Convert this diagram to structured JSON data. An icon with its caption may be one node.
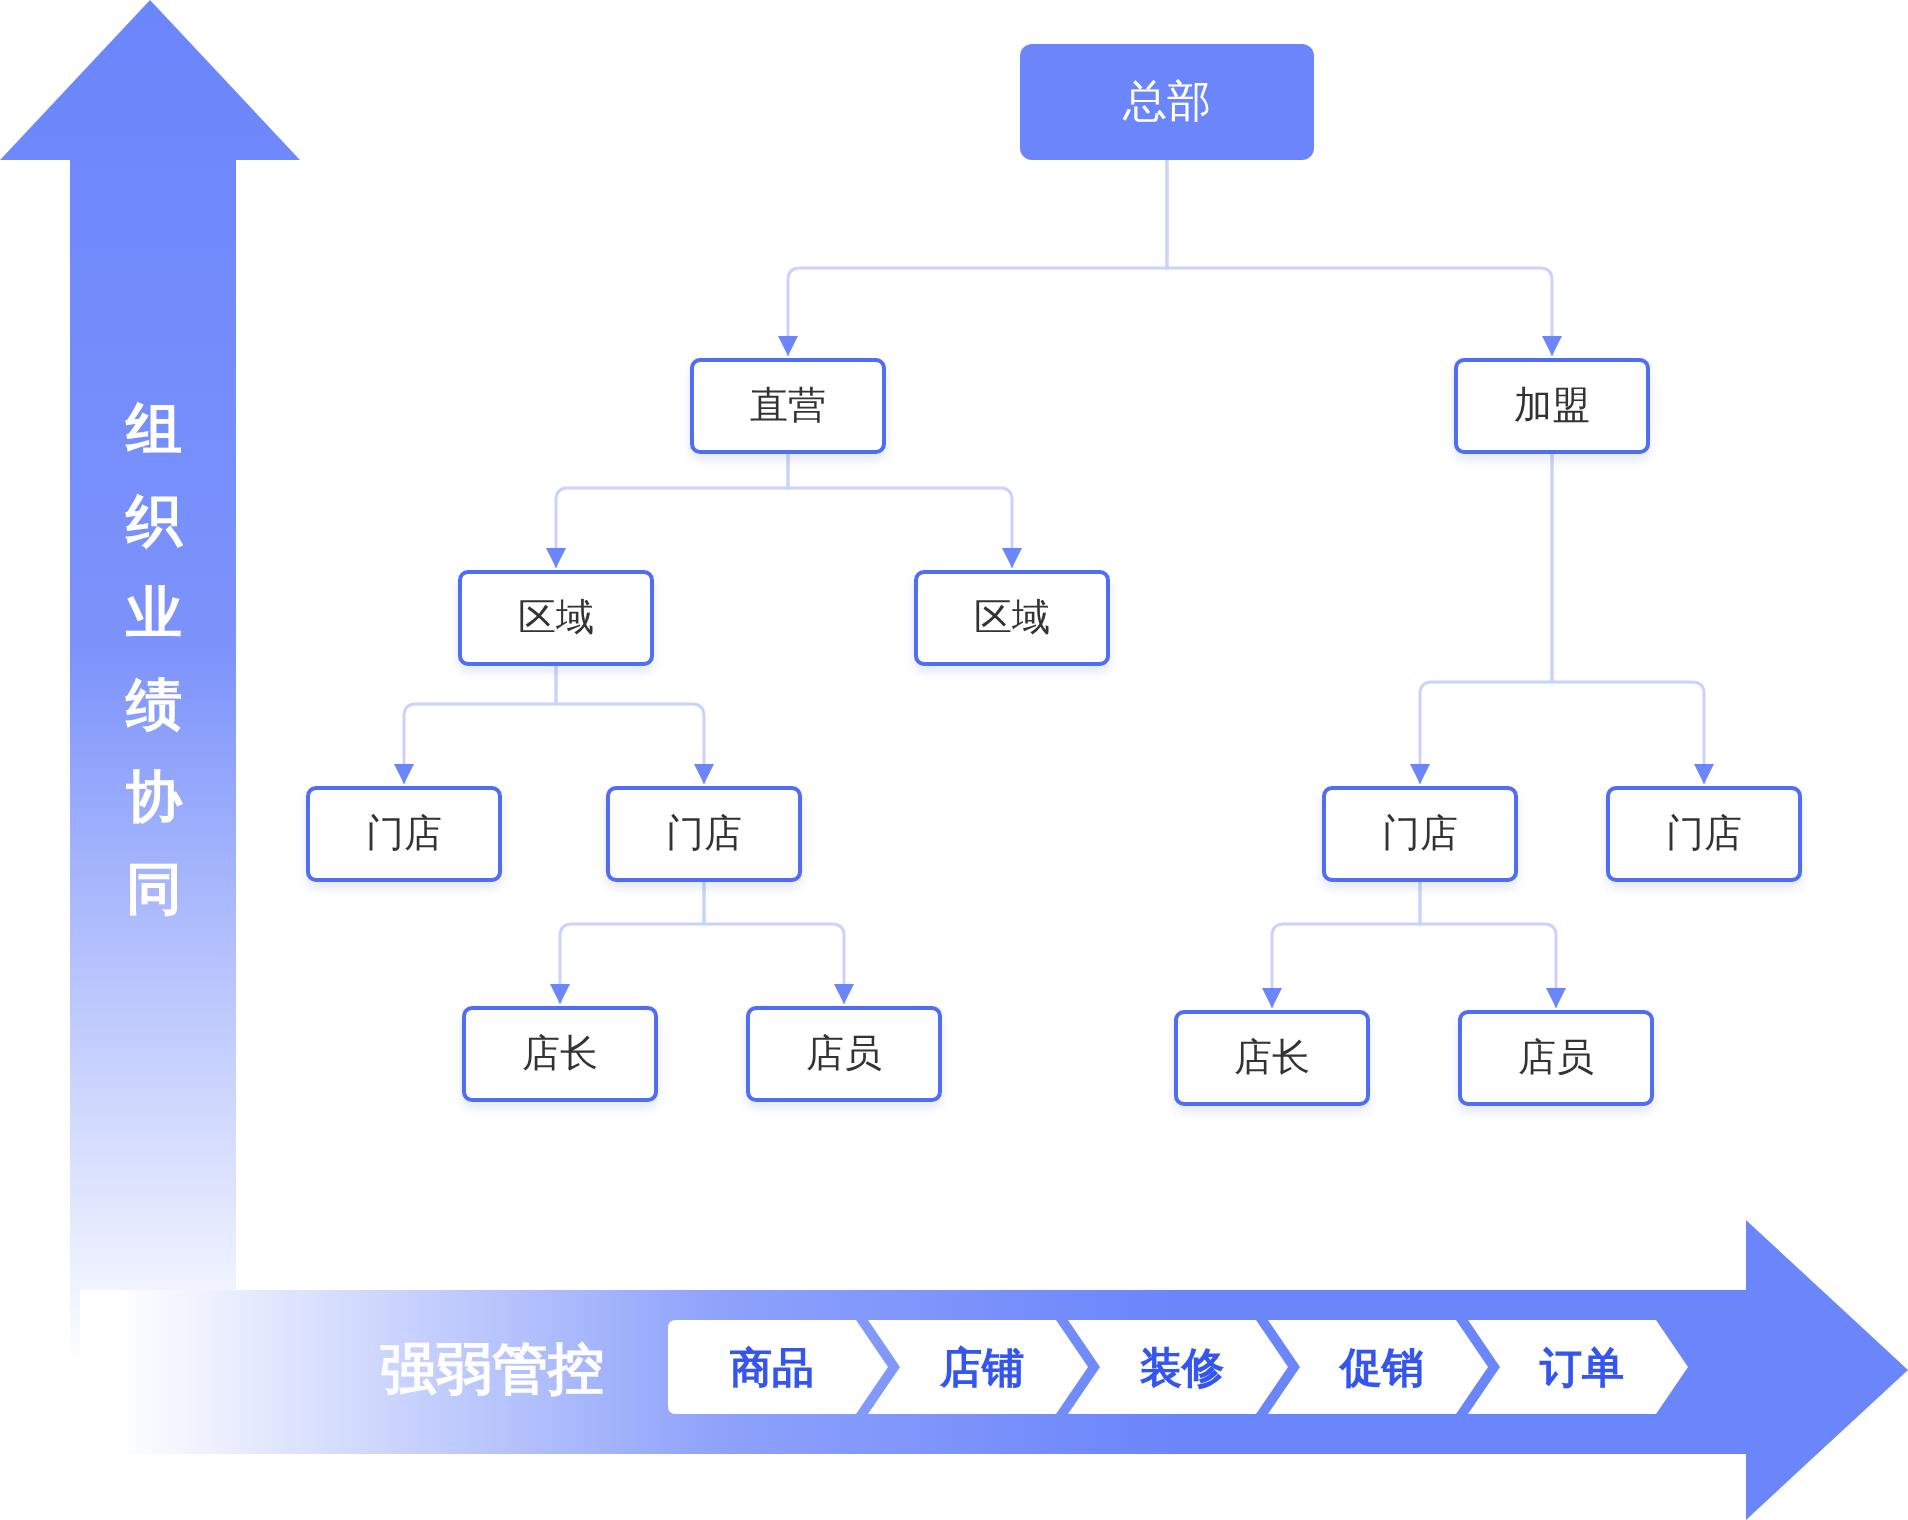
{
  "diagram": {
    "nodes": [
      {
        "text": [
          "总部"
        ]
      },
      {
        "text": [
          "直营"
        ]
      },
      {
        "text": [
          "加盟"
        ]
      },
      {
        "text": [
          "区域"
        ]
      },
      {
        "text": [
          "区域"
        ]
      },
      {
        "text": [
          "门店"
        ]
      },
      {
        "text": [
          "门店"
        ]
      },
      {
        "text": [
          "店长"
        ]
      },
      {
        "text": [
          "店员"
        ]
      },
      {
        "text": [
          "门店"
        ]
      },
      {
        "text": [
          "门店"
        ]
      },
      {
        "text": [
          "店长"
        ]
      },
      {
        "text": [
          "店员"
        ]
      },
      {
        "text": [
          "商品"
        ]
      },
      {
        "text": [
          "店铺"
        ]
      },
      {
        "text": [
          "装修"
        ]
      },
      {
        "text": [
          "促销"
        ]
      },
      {
        "text": [
          "订单"
        ]
      }
    ],
    "edges": [
      {
        "from": 0,
        "to": 1,
        "arrow": "to"
      },
      {
        "from": 0,
        "to": 2,
        "arrow": "to"
      },
      {
        "from": 1,
        "to": 3,
        "arrow": "to"
      },
      {
        "from": 1,
        "to": 4,
        "arrow": "to"
      },
      {
        "from": 3,
        "to": 5,
        "arrow": "to"
      },
      {
        "from": 3,
        "to": 6,
        "arrow": "to"
      },
      {
        "from": 6,
        "to": 7,
        "arrow": "to"
      },
      {
        "from": 6,
        "to": 8,
        "arrow": "to"
      },
      {
        "from": 2,
        "to": 9,
        "arrow": "to"
      },
      {
        "from": 2,
        "to": 10,
        "arrow": "to"
      },
      {
        "from": 9,
        "to": 11,
        "arrow": "to"
      },
      {
        "from": 9,
        "to": 12,
        "arrow": "to"
      }
    ],
    "labels": [
      "组织业绩协同",
      "强弱管控"
    ]
  }
}
